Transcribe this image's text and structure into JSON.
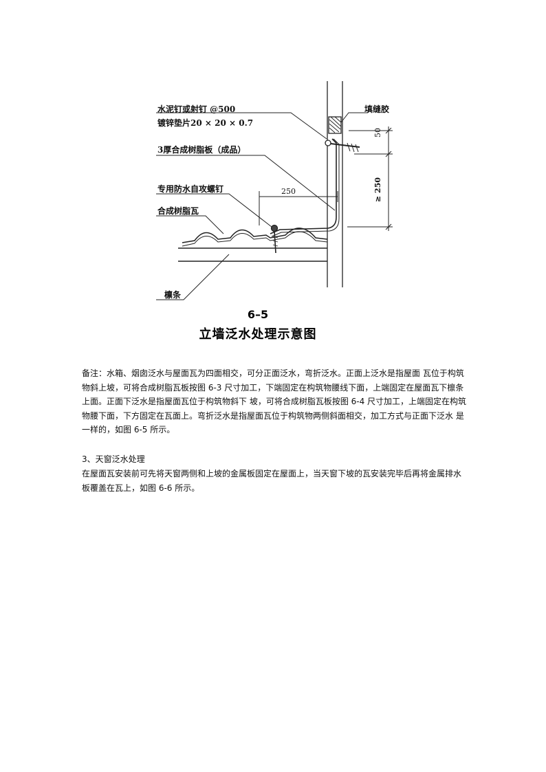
{
  "figure": {
    "labels": {
      "nail": "水泥钉或射钉 @500",
      "washer": "镀锌垫片20 × 20 × 0.7",
      "sheet": "3厚合成树脂板（成品）",
      "screw": "专用防水自攻螺钉",
      "tile": "合成树脂瓦",
      "purlin": "檩条",
      "sealant": "填缝胶"
    },
    "dimensions": {
      "horizontal": "250",
      "top_vertical": "50",
      "vertical": "≥ 250"
    },
    "number": "6–5",
    "title": "立墙泛水处理示意图"
  },
  "notes": {
    "paragraph1": "备注：水箱、烟囱泛水与屋面瓦为四面相交，可分正面泛水，弯折泛水。正面上泛水是指屋面 瓦位于构筑物斜上坡，可将合成树脂瓦板按图 6-3 尺寸加工，下端固定在构筑物腰线下面，上端固定在屋面瓦下檩条上面。正面下泛水是指屋面瓦位于构筑物斜下 坡，可将合成树脂瓦板按图 6-4 尺寸加工，上端固定在构筑物腰下面，下方固定在瓦面上。弯折泛水是指屋面瓦位于构筑物两侧斜面相交，加工方式与正面下泛水 是一样的，如图 6-5 所示。",
    "section_heading": "3、天窗泛水处理",
    "paragraph2": "在屋面瓦安装前可先将天窗两侧和上坡的金属板固定在屋面上，当天窗下坡的瓦安装完毕后再将金属排水板覆盖在瓦上，如图 6-6 所示。"
  }
}
